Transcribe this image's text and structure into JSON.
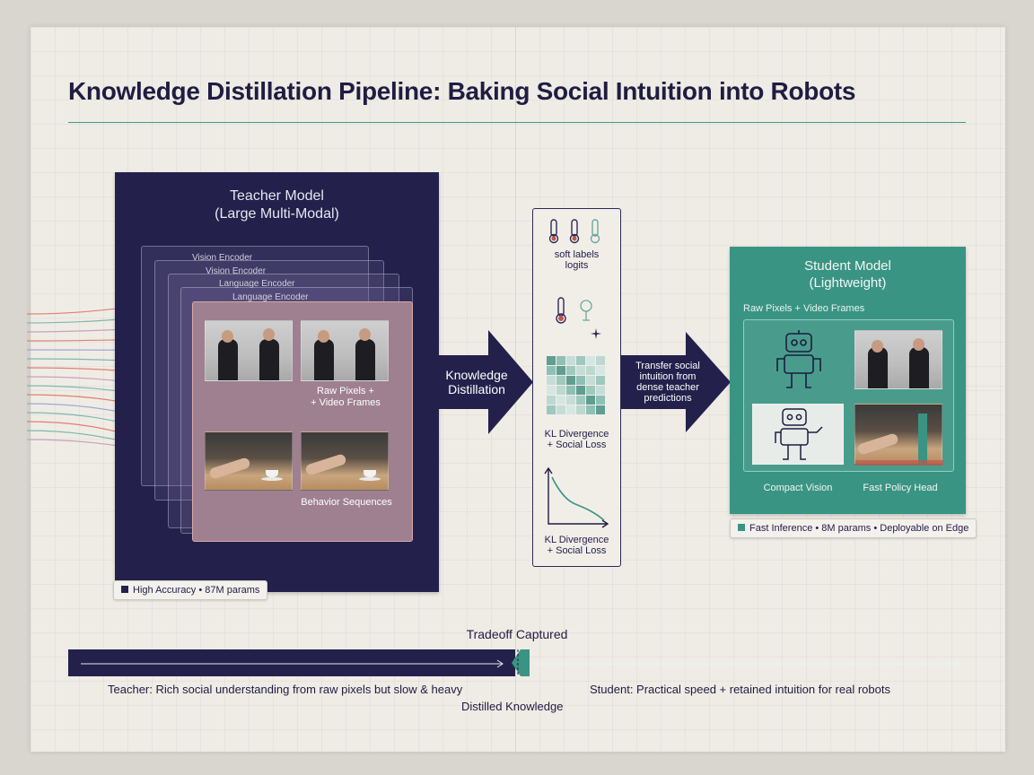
{
  "title": "Knowledge Distillation Pipeline: Baking Social Intuition into Robots",
  "colors": {
    "teacher": "#23214b",
    "student": "#3a9483",
    "accent_rule": "#3f9a8a",
    "paper": "#efece6"
  },
  "teacher": {
    "title_line1": "Teacher Model",
    "title_line2": "(Large Multi-Modal)",
    "layer_labels": [
      "Vision Encoder",
      "Vision Encoder",
      "Language Encoder",
      "Language Encoder"
    ],
    "frames_label_line1": "Raw Pixels +",
    "frames_label_line2": "+ Video Frames",
    "behavior_label": "Behavior Sequences",
    "badge": "High Accuracy • 87M params"
  },
  "distill_arrow": {
    "line1": "Knowledge",
    "line2": "Distillation"
  },
  "middle": {
    "soft_labels_line1": "soft labels",
    "soft_labels_line2": "logits",
    "kl_line1": "KL Divergence",
    "kl_line2": "+ Social Loss",
    "kl2_line1": "KL Divergence",
    "kl2_line2": "+ Social Loss",
    "icons": [
      "thermometer-icon",
      "thermometer-icon",
      "thermometer-icon",
      "thermometer-icon",
      "tree-icon",
      "sparkle-icon"
    ]
  },
  "transfer_arrow": {
    "line1": "Transfer social",
    "line2": "intuition from",
    "line3": "dense teacher",
    "line4": "predictions"
  },
  "student": {
    "title_line1": "Student Model",
    "title_line2": "(Lightweight)",
    "sub_label": "Raw Pixels + Video Frames",
    "caption_left": "Compact Vision",
    "caption_right": "Fast Policy Head",
    "badge": "Fast Inference • 8M params • Deployable on Edge"
  },
  "tradeoff": {
    "title": "Tradeoff Captured",
    "teacher_caption": "Teacher: Rich social understanding from raw pixels but slow & heavy",
    "student_caption": "Student: Practical speed + retained intuition for real robots",
    "middle_caption": "Distilled Knowledge"
  }
}
